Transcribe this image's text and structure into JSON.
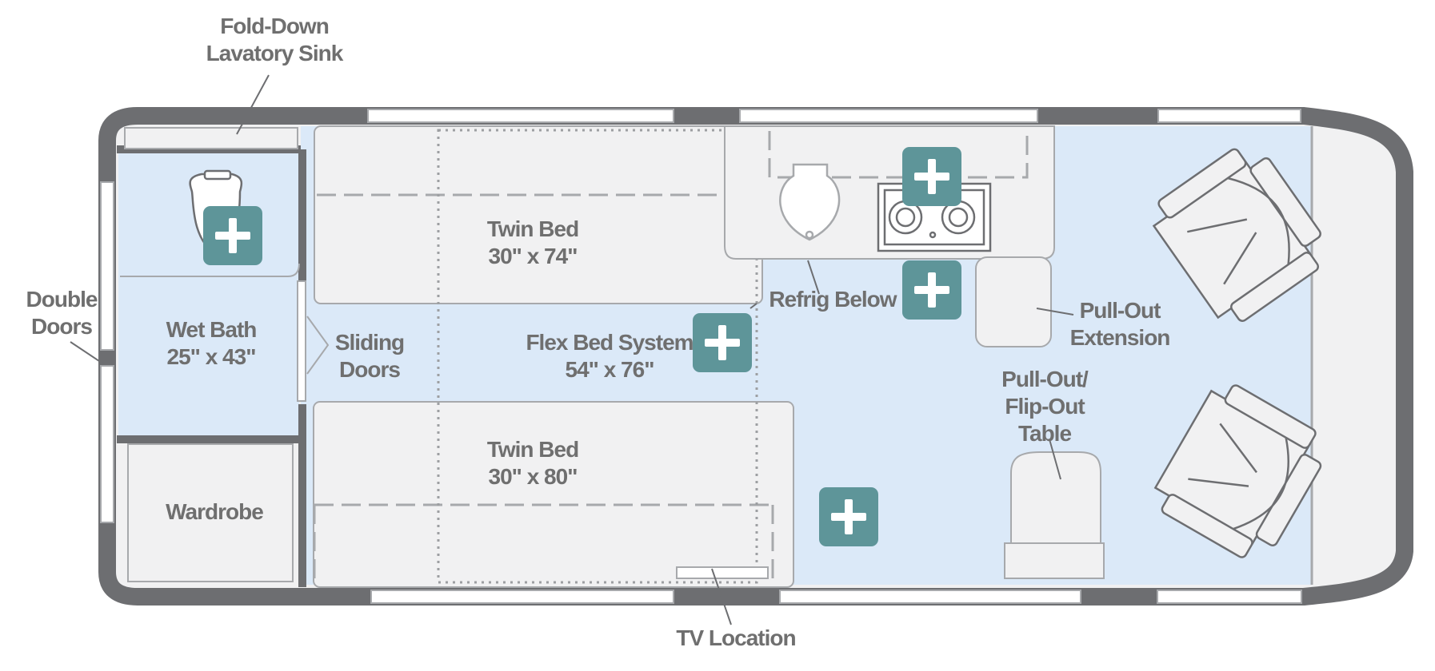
{
  "labels": {
    "fold_down_sink": [
      "Fold-Down",
      "Lavatory Sink"
    ],
    "double_doors": [
      "Double",
      "Doors"
    ],
    "wet_bath": [
      "Wet Bath",
      "25\" x 43\""
    ],
    "wardrobe": "Wardrobe",
    "sliding_doors": [
      "Sliding",
      "Doors"
    ],
    "twin_bed_top": [
      "Twin Bed",
      "30\" x 74\""
    ],
    "flex_bed": [
      "Flex Bed System",
      "54\" x 76\""
    ],
    "twin_bed_bottom": [
      "Twin Bed",
      "30\" x 80\""
    ],
    "refrig_below": "Refrig Below",
    "pull_out_extension": [
      "Pull-Out",
      "Extension"
    ],
    "pull_out_table": [
      "Pull-Out/",
      "Flip-Out",
      "Table"
    ],
    "tv_location": "TV Location"
  },
  "hotspots": [
    "wet-bath",
    "galley",
    "refrigerator",
    "flex-bed",
    "living-area"
  ],
  "colors": {
    "wall": "#6d6e71",
    "floor_blue": "#dbe9f8",
    "furniture": "#f1f1f2",
    "furniture_stroke": "#a7a9ac",
    "hotspot": "#5e9599",
    "label": "#6f6f6f"
  }
}
